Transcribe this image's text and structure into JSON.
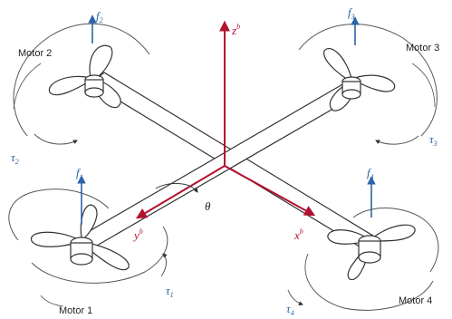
{
  "motors": [
    {
      "label": "Motor 1",
      "force_main": "f",
      "force_sub": "1",
      "torque_main": "τ",
      "torque_sub": "1"
    },
    {
      "label": "Motor 2",
      "force_main": "f",
      "force_sub": "2",
      "torque_main": "τ",
      "torque_sub": "2"
    },
    {
      "label": "Motor 3",
      "force_main": "f",
      "force_sub": "3",
      "torque_main": "τ",
      "torque_sub": "3"
    },
    {
      "label": "Motor 4",
      "force_main": "f",
      "force_sub": "4",
      "torque_main": "τ",
      "torque_sub": "4"
    }
  ],
  "body_axes": {
    "z": {
      "main": "z",
      "sup": "b"
    },
    "y": {
      "main": "y",
      "sup": "b"
    },
    "x": {
      "main": "x",
      "sup": "b"
    }
  },
  "angle_label": "θ",
  "colors": {
    "axis": "#b3122e",
    "force": "#2a64a8",
    "line": "#333333"
  }
}
